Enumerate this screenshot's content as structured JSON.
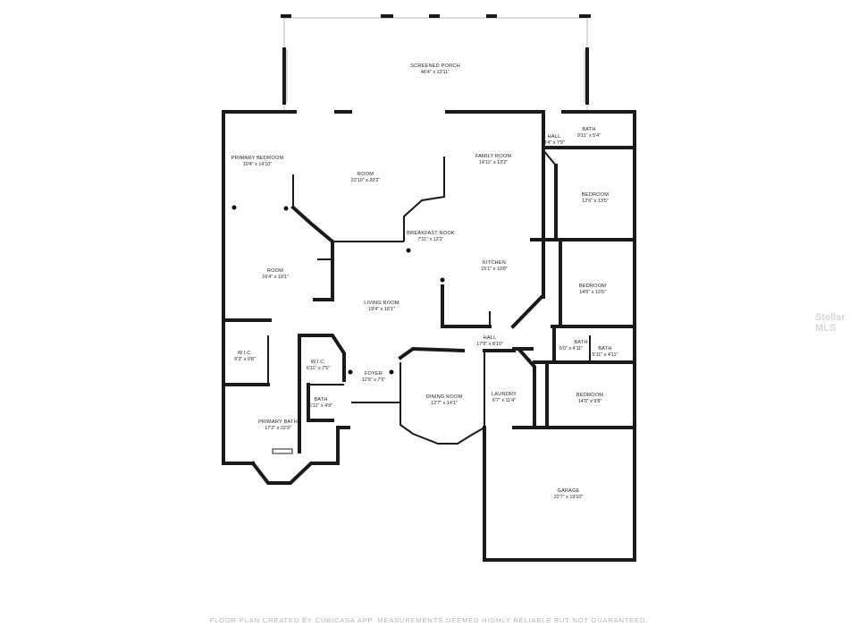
{
  "rooms": [
    {
      "id": "screened-porch",
      "name": "SCREENED PORCH",
      "size": "46'4\" x 13'11\""
    },
    {
      "id": "primary-bedroom",
      "name": "PRIMARY BEDROOM",
      "size": "10'4\" x 14'10\""
    },
    {
      "id": "room-1",
      "name": "ROOM",
      "size": "22'10\" x 20'2\""
    },
    {
      "id": "family-room",
      "name": "FAMILY ROOM",
      "size": "14'11\" x 13'2\""
    },
    {
      "id": "hall-top",
      "name": "HALL",
      "size": "3'4\" x 7'9\""
    },
    {
      "id": "bath-top",
      "name": "BATH",
      "size": "9'11\" x 5'4\""
    },
    {
      "id": "bedroom-1",
      "name": "BEDROOM",
      "size": "12'6\" x 13'5\""
    },
    {
      "id": "breakfast-nook",
      "name": "BREAKFAST NOOK",
      "size": "7'11\" x 13'2\""
    },
    {
      "id": "room-2",
      "name": "ROOM",
      "size": "16'4\" x 19'1\""
    },
    {
      "id": "kitchen",
      "name": "KITCHEN",
      "size": "15'1\" x 19'8\""
    },
    {
      "id": "bedroom-2",
      "name": "BEDROOM",
      "size": "14'5\" x 13'5\""
    },
    {
      "id": "living-room",
      "name": "LIVING ROOM",
      "size": "19'4\" x 16'1\""
    },
    {
      "id": "hall-mid",
      "name": "HALL",
      "size": "17'9\" x 8'10\""
    },
    {
      "id": "bath-a",
      "name": "BATH",
      "size": "5'0\" x 4'11\""
    },
    {
      "id": "bath-b",
      "name": "BATH",
      "size": "5'11\" x 4'11\""
    },
    {
      "id": "wic-1",
      "name": "W.I.C.",
      "size": "6'3\" x 9'8\""
    },
    {
      "id": "wic-2",
      "name": "W.I.C.",
      "size": "6'11\" x 7'5\""
    },
    {
      "id": "foyer",
      "name": "FOYER",
      "size": "12'9\" x 7'6\""
    },
    {
      "id": "dining-room",
      "name": "DINING ROOM",
      "size": "12'7\" x 14'1\""
    },
    {
      "id": "laundry",
      "name": "LAUNDRY",
      "size": "6'7\" x 11'4\""
    },
    {
      "id": "bedroom-3",
      "name": "BEDROOM",
      "size": "14'0\" x 9'8\""
    },
    {
      "id": "bath-small",
      "name": "BATH",
      "size": "6'11\" x 4'9\""
    },
    {
      "id": "primary-bath",
      "name": "PRIMARY BATH",
      "size": "17'2\" x 22'3\""
    },
    {
      "id": "garage",
      "name": "GARAGE",
      "size": "22'7\" x 19'10\""
    }
  ],
  "footer": "FLOOR PLAN CREATED BY CUBICASA APP. MEASUREMENTS DEEMED HIGHLY RELIABLE BUT NOT GUARANTEED.",
  "watermark": "Stellar MLS"
}
